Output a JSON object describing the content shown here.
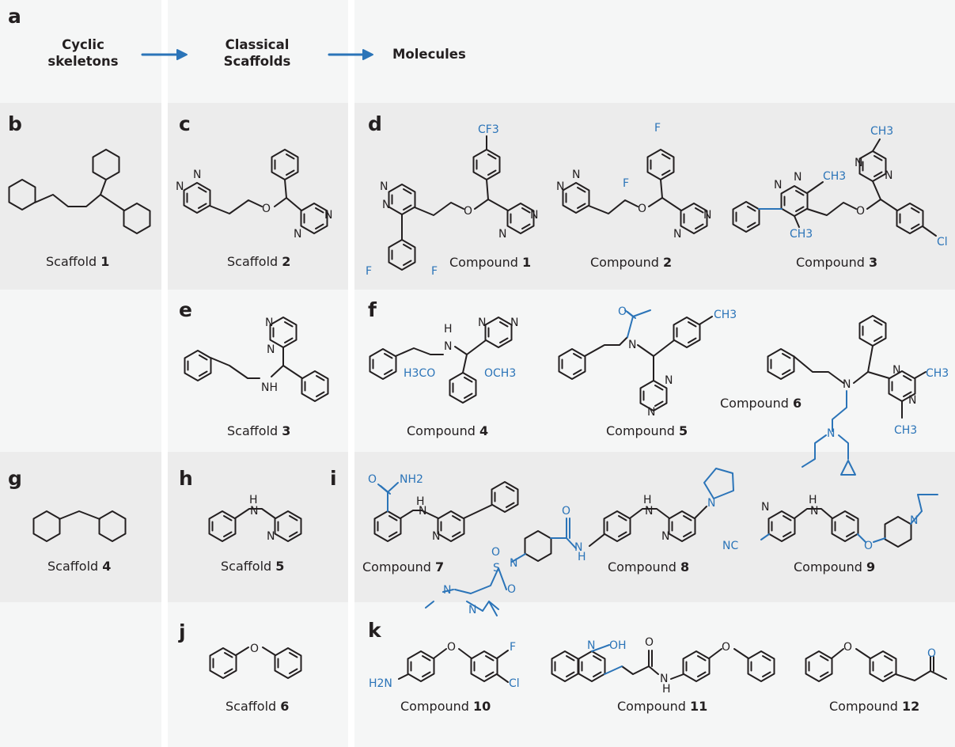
{
  "colors": {
    "accent_blue": "#2b74b8",
    "band_shaded": "#ececec",
    "band_light": "#f5f6f6",
    "text": "#231f20"
  },
  "panels": {
    "a": "a",
    "b": "b",
    "c": "c",
    "d": "d",
    "e": "e",
    "f": "f",
    "g": "g",
    "h": "h",
    "i": "i",
    "j": "j",
    "k": "k"
  },
  "header": {
    "col1": "Cyclic\nskeletons",
    "col2": "Classical\nScaffolds",
    "col3": "Molecules"
  },
  "scaffold_word": "Scaffold",
  "compound_word": "Compound",
  "scaffolds": [
    "1",
    "2",
    "3",
    "4",
    "5",
    "6"
  ],
  "compounds": [
    "1",
    "2",
    "3",
    "4",
    "5",
    "6",
    "7",
    "8",
    "9",
    "10",
    "11",
    "12"
  ],
  "atoms": {
    "N": "N",
    "O": "O",
    "F": "F",
    "Cl": "Cl",
    "NH": "NH",
    "NH2": "NH2",
    "CF3": "CF3",
    "CH3": "CH3",
    "OCH3": "OCH3",
    "H3CO": "H3CO",
    "NC": "NC",
    "H2N": "H2N",
    "OH": "OH",
    "S": "S",
    "H": "H"
  }
}
